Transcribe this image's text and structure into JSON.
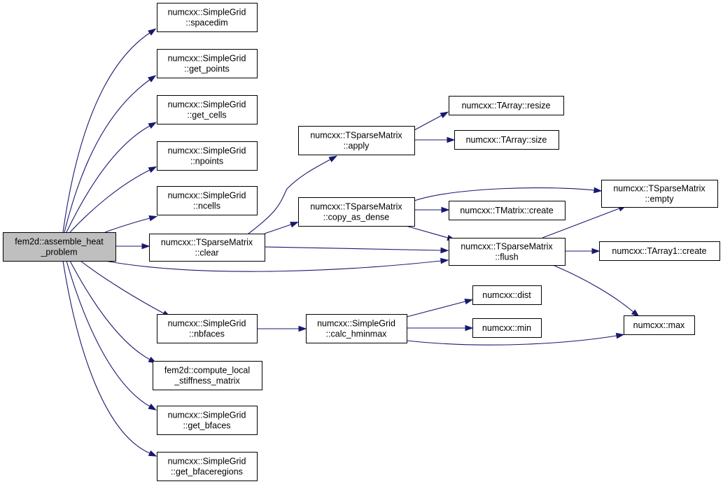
{
  "nodes": {
    "root": [
      "fem2d::assemble_heat",
      "_problem"
    ],
    "spacedim": [
      "numcxx::SimpleGrid",
      "::spacedim"
    ],
    "get_points": [
      "numcxx::SimpleGrid",
      "::get_points"
    ],
    "get_cells": [
      "numcxx::SimpleGrid",
      "::get_cells"
    ],
    "npoints": [
      "numcxx::SimpleGrid",
      "::npoints"
    ],
    "ncells": [
      "numcxx::SimpleGrid",
      "::ncells"
    ],
    "clear": [
      "numcxx::TSparseMatrix",
      "::clear"
    ],
    "nbfaces": [
      "numcxx::SimpleGrid",
      "::nbfaces"
    ],
    "compute_local": [
      "fem2d::compute_local",
      "_stiffness_matrix"
    ],
    "get_bfaces": [
      "numcxx::SimpleGrid",
      "::get_bfaces"
    ],
    "get_bfaceregions": [
      "numcxx::SimpleGrid",
      "::get_bfaceregions"
    ],
    "apply": [
      "numcxx::TSparseMatrix",
      "::apply"
    ],
    "copy_as_dense": [
      "numcxx::TSparseMatrix",
      "::copy_as_dense"
    ],
    "calc_hminmax": [
      "numcxx::SimpleGrid",
      "::calc_hminmax"
    ],
    "resize": [
      "numcxx::TArray::resize"
    ],
    "size": [
      "numcxx::TArray::size"
    ],
    "tmatrix_create": [
      "numcxx::TMatrix::create"
    ],
    "flush": [
      "numcxx::TSparseMatrix",
      "::flush"
    ],
    "dist": [
      "numcxx::dist"
    ],
    "min": [
      "numcxx::min"
    ],
    "empty": [
      "numcxx::TSparseMatrix",
      "::empty"
    ],
    "tarray1_create": [
      "numcxx::TArray1::create"
    ],
    "max": [
      "numcxx::max"
    ]
  },
  "edges": [
    [
      "root",
      "spacedim"
    ],
    [
      "root",
      "get_points"
    ],
    [
      "root",
      "get_cells"
    ],
    [
      "root",
      "npoints"
    ],
    [
      "root",
      "ncells"
    ],
    [
      "root",
      "clear"
    ],
    [
      "root",
      "flush"
    ],
    [
      "root",
      "nbfaces"
    ],
    [
      "root",
      "compute_local"
    ],
    [
      "root",
      "get_bfaces"
    ],
    [
      "root",
      "get_bfaceregions"
    ],
    [
      "clear",
      "apply"
    ],
    [
      "clear",
      "copy_as_dense"
    ],
    [
      "clear",
      "flush"
    ],
    [
      "apply",
      "resize"
    ],
    [
      "apply",
      "size"
    ],
    [
      "copy_as_dense",
      "empty"
    ],
    [
      "copy_as_dense",
      "tmatrix_create"
    ],
    [
      "copy_as_dense",
      "flush"
    ],
    [
      "flush",
      "empty"
    ],
    [
      "flush",
      "tarray1_create"
    ],
    [
      "flush",
      "max"
    ],
    [
      "nbfaces",
      "calc_hminmax"
    ],
    [
      "calc_hminmax",
      "dist"
    ],
    [
      "calc_hminmax",
      "min"
    ],
    [
      "calc_hminmax",
      "max"
    ]
  ]
}
